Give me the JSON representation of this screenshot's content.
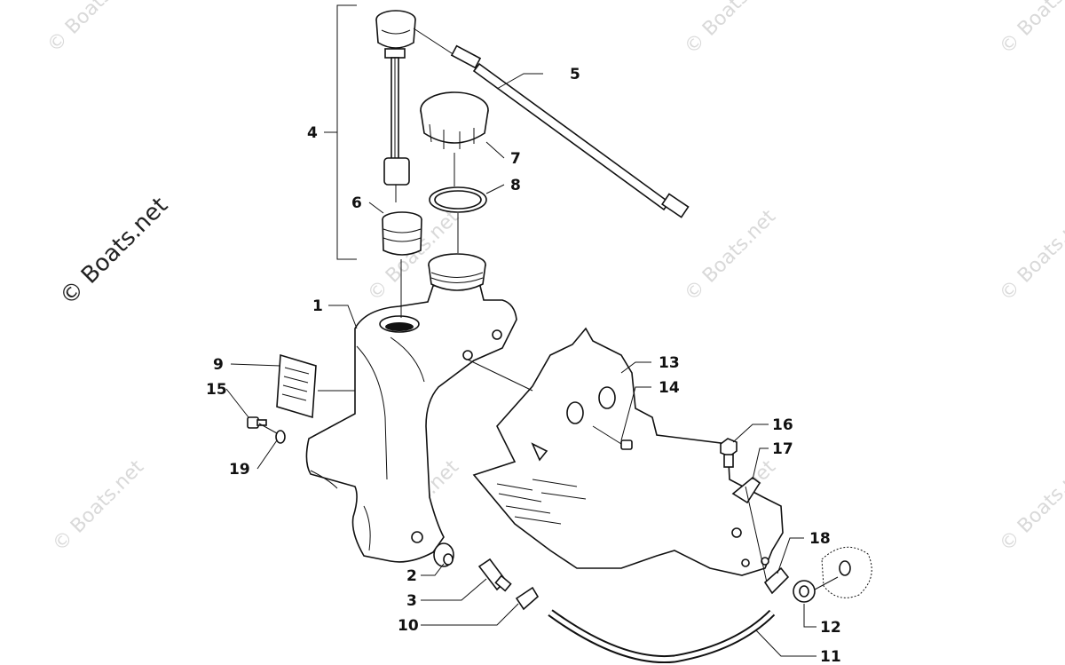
{
  "callouts": {
    "c1": "1",
    "c2": "2",
    "c3": "3",
    "c4": "4",
    "c5": "5",
    "c6": "6",
    "c7": "7",
    "c8": "8",
    "c9": "9",
    "c10": "10",
    "c11": "11",
    "c12": "12",
    "c13": "13",
    "c14": "14",
    "c15": "15",
    "c16": "16",
    "c17": "17",
    "c18": "18",
    "c19": "19"
  },
  "watermark": {
    "side_text": "© Boats.net",
    "tile_text": "© Boats.net"
  }
}
